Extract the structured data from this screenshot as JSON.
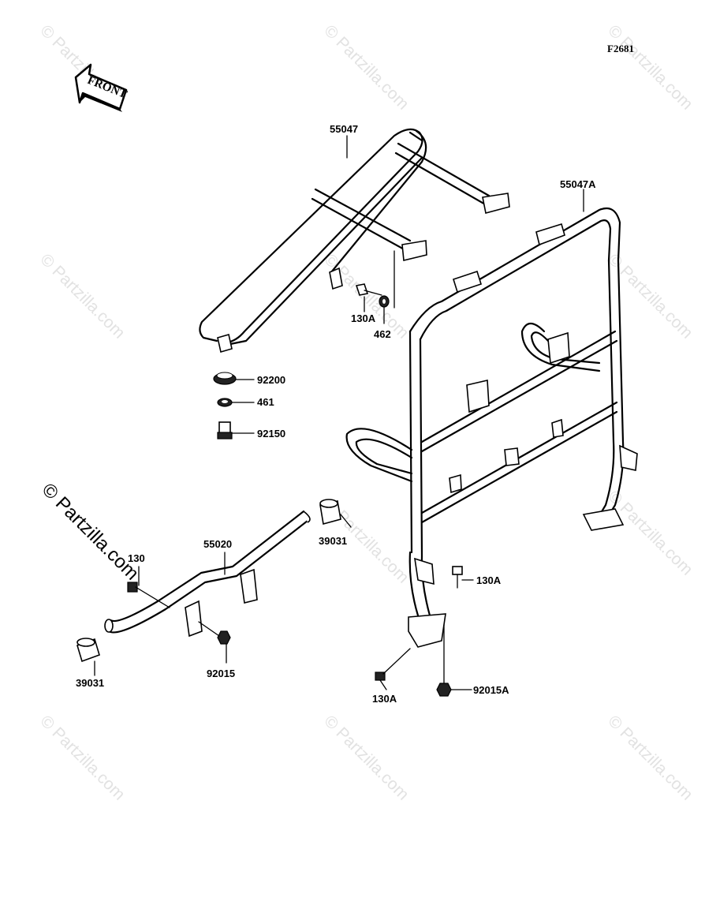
{
  "diagram_code": "F2681",
  "front_label": "FRONT",
  "watermark_text": "© Partzilla.com",
  "parts": {
    "rack_front": "55047",
    "rack_rear": "55047A",
    "bolt_130a_top": "130A",
    "washer_462": "462",
    "damper_92200": "92200",
    "collar_461": "461",
    "bolt_92150": "92150",
    "bar_55020": "55020",
    "bolt_130": "130",
    "nut_92015": "92015",
    "grip_39031_left": "39031",
    "grip_39031_right": "39031",
    "bolt_130a_mid": "130A",
    "bolt_130a_low": "130A",
    "nut_92015a": "92015A"
  }
}
